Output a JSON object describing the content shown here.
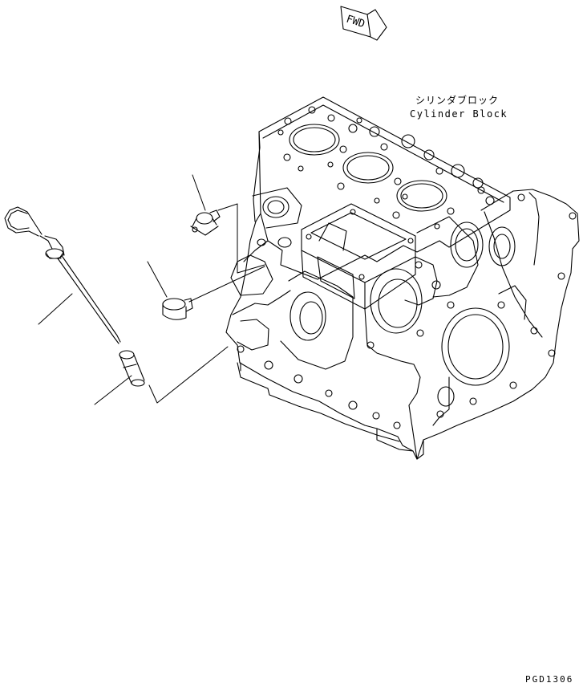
{
  "fwd_arrow": {
    "text": "FWD"
  },
  "cylinder_block": {
    "label_jp": "シリンダブロック",
    "label_en": "Cylinder Block"
  },
  "drawing_code": "PGD1306",
  "stroke_color": "#000000"
}
